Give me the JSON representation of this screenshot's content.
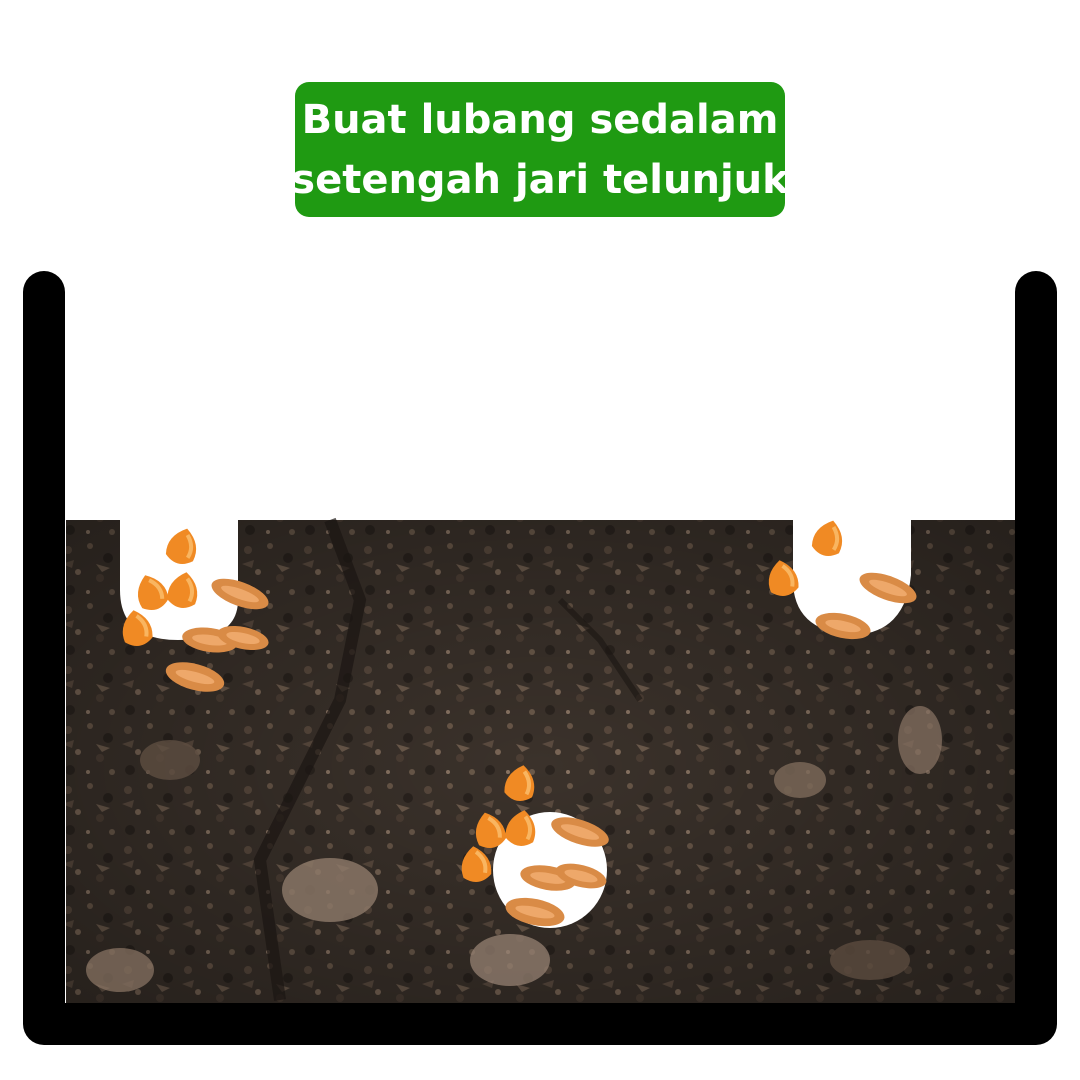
{
  "caption": {
    "line1": "Buat lubang sedalam",
    "line2": "setengah jari telunjuk"
  },
  "colors": {
    "caption_background": "#1f9a12",
    "caption_text": "#ffffff",
    "container_outline": "#000000",
    "soil": "#3b322b",
    "seed_orange": "#f08a24",
    "seed_tan": "#d98b46"
  },
  "illustration": {
    "subject": "soil-in-container-with-planting-holes",
    "hole_count": 3
  }
}
